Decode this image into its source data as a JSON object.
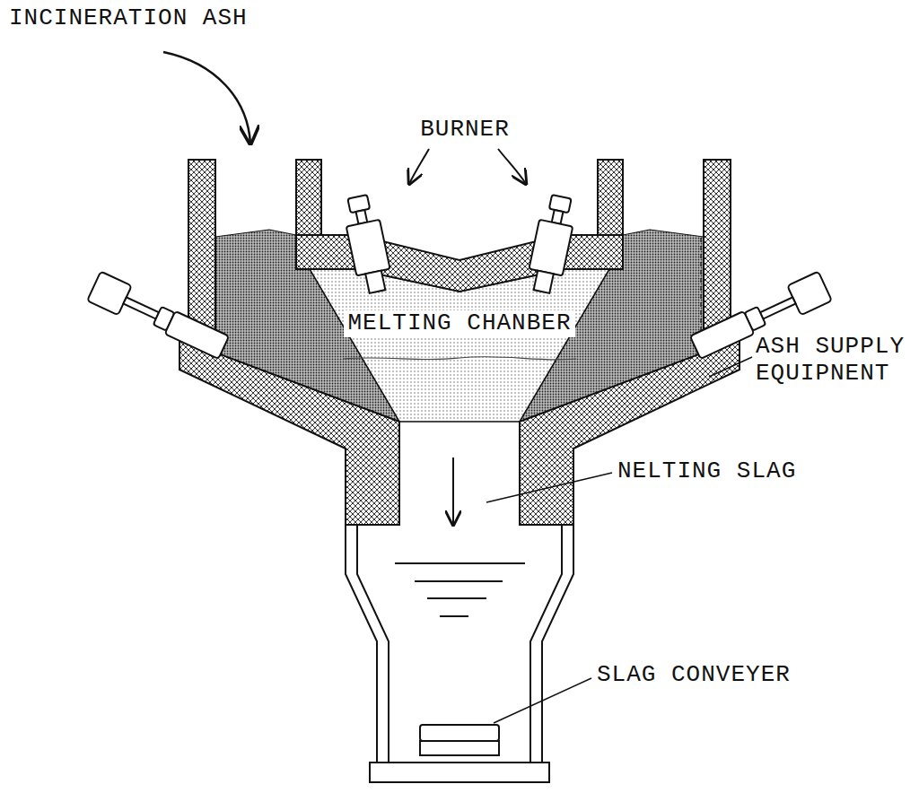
{
  "diagram": {
    "labels": [
      "INCINERATION ASH",
      "BURNER",
      "MELTING CHANBER",
      "ASH SUPPLY EQUIPNENT",
      "NELTING SLAG",
      "SLAG CONVEYER"
    ]
  }
}
